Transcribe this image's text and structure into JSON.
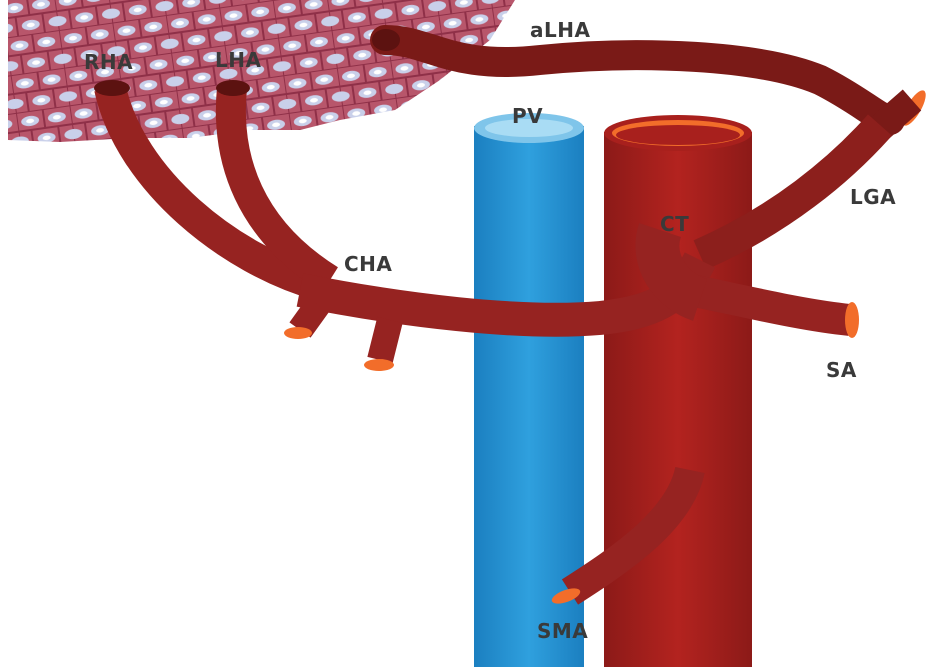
{
  "labels": {
    "rha": "RHA",
    "lha": "LHA",
    "alha": "aLHA",
    "pv": "PV",
    "ct": "CT",
    "lga": "LGA",
    "cha": "CHA",
    "sa": "SA",
    "sma": "SMA"
  },
  "colors": {
    "artery": "#962321",
    "artery_dark": "#6e1714",
    "aorta": "#a8201d",
    "vessel_lumen": "#f26d2a",
    "portal_vein": "#2a96d4",
    "portal_vein_light": "#7fc5ea",
    "liver": "#b8566b",
    "liver_cell": "#c9d0ea",
    "label_text": "#3a3a3a"
  }
}
